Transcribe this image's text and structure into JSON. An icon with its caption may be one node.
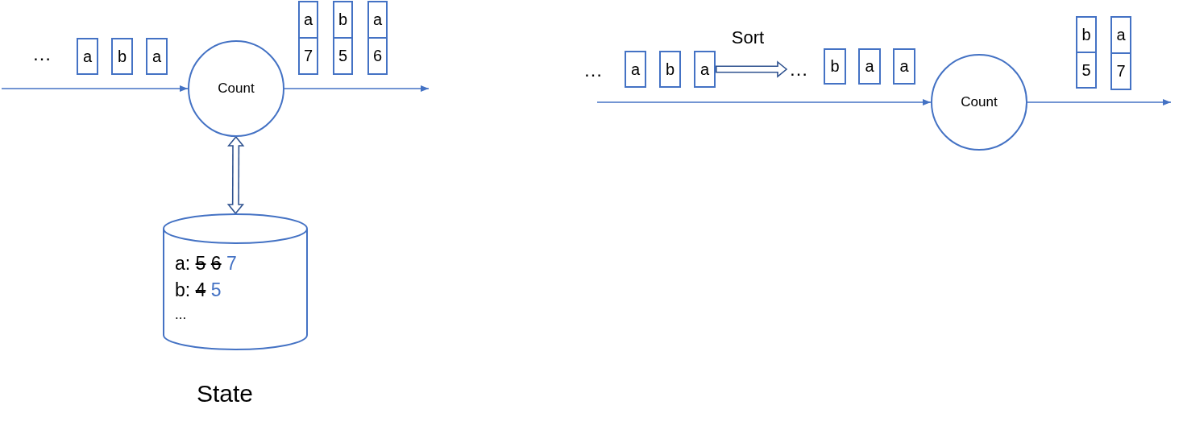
{
  "diagram": {
    "nodes": [
      {
        "text": [
          "a"
        ]
      },
      {
        "text": [
          "b"
        ]
      },
      {
        "text": [
          "a"
        ]
      },
      {
        "text": [
          "Count"
        ]
      },
      {
        "text": [
          "a",
          "7"
        ]
      },
      {
        "text": [
          "b",
          "5"
        ]
      },
      {
        "text": [
          "a",
          "6"
        ]
      },
      {
        "text": [
          "a: 5 6 7",
          "b: 4 5",
          "...",
          "State"
        ]
      },
      {
        "text": [
          "a"
        ]
      },
      {
        "text": [
          "b"
        ]
      },
      {
        "text": [
          "a"
        ]
      },
      {
        "text": [
          "…"
        ]
      },
      {
        "text": [
          "b"
        ]
      },
      {
        "text": [
          "a"
        ]
      },
      {
        "text": [
          "a"
        ]
      },
      {
        "text": [
          "Count"
        ]
      },
      {
        "text": [
          "b",
          "5"
        ]
      },
      {
        "text": [
          "a",
          "7"
        ]
      }
    ],
    "edges": [
      {
        "from": null,
        "to": 3,
        "arrow": "to"
      },
      {
        "from": 3,
        "to": null,
        "arrow": "to"
      },
      {
        "from": 3,
        "to": 7,
        "arrow": "both",
        "style": "thick",
        "color": "#2f528f"
      },
      {
        "from": 10,
        "to": 11,
        "arrow": "to",
        "label": "Sort",
        "style": "thick",
        "color": "#2f528f"
      },
      {
        "from": null,
        "to": 15,
        "arrow": "to"
      },
      {
        "from": 15,
        "to": null,
        "arrow": "to"
      }
    ],
    "labels": [
      "…",
      "…"
    ]
  }
}
